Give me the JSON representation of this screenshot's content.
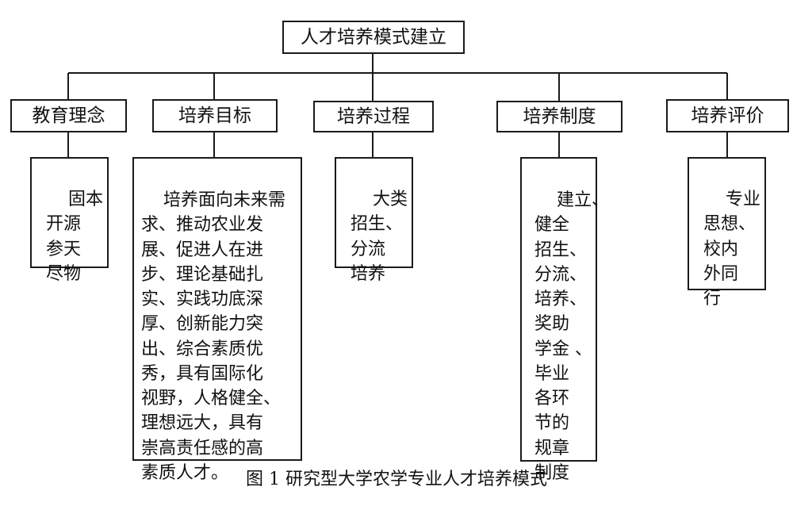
{
  "root": {
    "label": "人才培养模式建立"
  },
  "branches": [
    {
      "label": "教育理念",
      "detail": "固本\n开源\n参天\n尽物"
    },
    {
      "label": "培养目标",
      "detail": "培养面向未来需\n求、推动农业发\n展、促进人在进\n步、理论基础扎\n实、实践功底深\n厚、创新能力突\n出、综合素质优\n秀，具有国际化\n视野，人格健全、\n理想远大，具有\n崇高责任感的高\n素质人才。"
    },
    {
      "label": "培养过程",
      "detail": "大类\n招生、\n分流\n培养"
    },
    {
      "label": "培养制度",
      "detail": "建立、\n健全\n招生、\n分流、\n培养、\n奖助\n学金 、\n毕业\n各环\n节的\n规章\n制度"
    },
    {
      "label": "培养评价",
      "detail": "专业\n思想、\n校内\n外同\n行"
    }
  ],
  "caption": "图 1  研究型大学农学专业人才培养模式"
}
